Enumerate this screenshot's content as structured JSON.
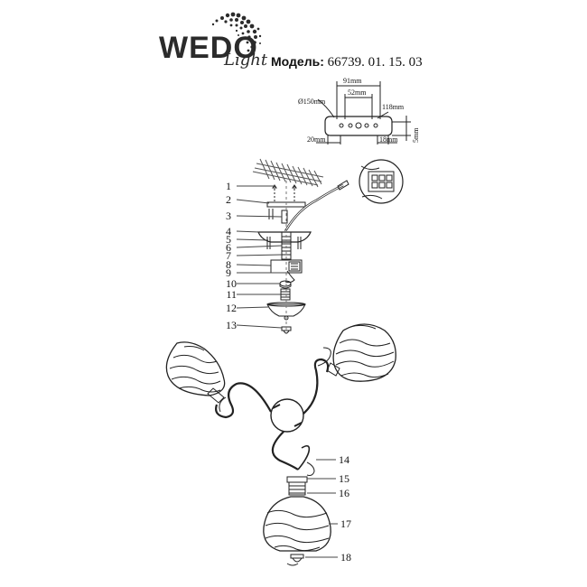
{
  "brand": {
    "name": "WEDO",
    "script": "Light"
  },
  "model": {
    "label": "Модель:",
    "code": "66739. 01. 15. 03"
  },
  "dimensions": {
    "width_top": "91mm",
    "width_inner": "52mm",
    "diameter": "Ø150mm",
    "length": "118mm",
    "left_offset": "20mm",
    "right_offset": "18mm",
    "height": "5mm"
  },
  "parts_upper": [
    "1",
    "2",
    "3",
    "4",
    "5",
    "6",
    "7",
    "8",
    "9",
    "10",
    "11",
    "12",
    "13"
  ],
  "parts_lower": [
    "14",
    "15",
    "16",
    "17",
    "18"
  ],
  "colors": {
    "line": "#222222",
    "hatch": "#555555"
  }
}
